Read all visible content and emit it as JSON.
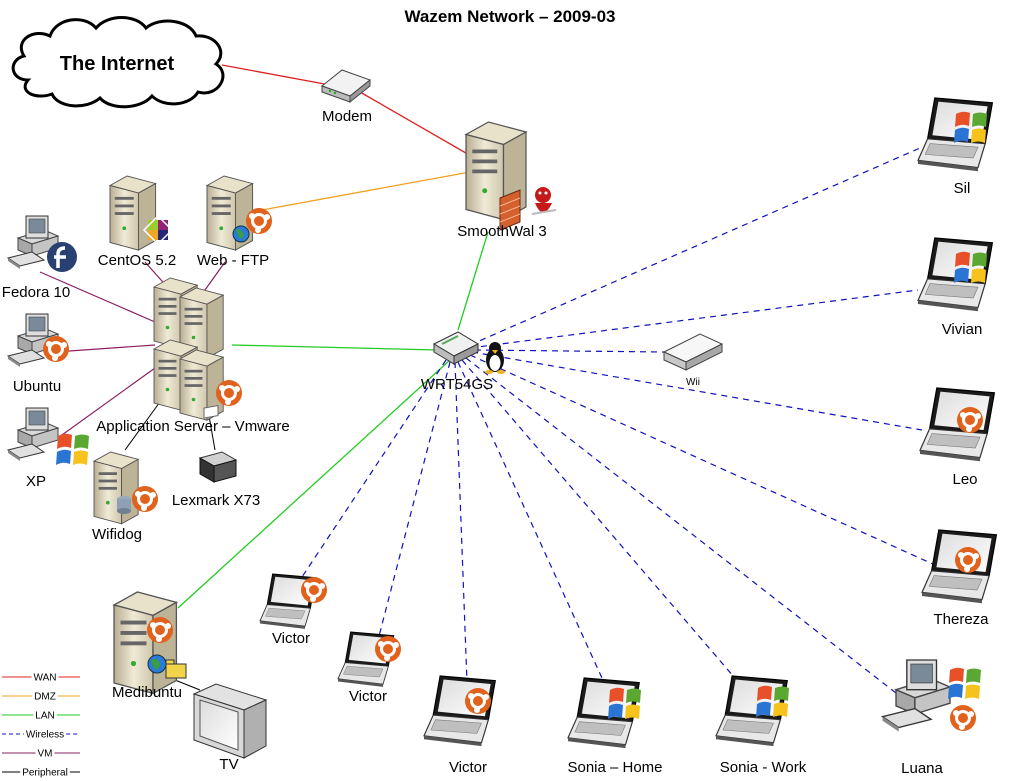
{
  "title": "Wazem Network – 2009-03",
  "colors": {
    "wan": "#e02020",
    "dmz": "#f0a020",
    "lan": "#22cc22",
    "wireless": "#1010c0",
    "vm": "#8a2060",
    "peripheral": "#000000"
  },
  "nodes": {
    "internet": {
      "label": "The Internet",
      "icon": "cloud-icon"
    },
    "modem": {
      "label": "Modem",
      "icon": "modem-icon"
    },
    "smoothwall": {
      "label": "SmoothWal 3",
      "icon": "server-tower-icon"
    },
    "centos": {
      "label": "CentOS 5.2",
      "icon": "server-tower-icon"
    },
    "webftp": {
      "label": "Web - FTP",
      "icon": "server-tower-icon"
    },
    "fedora": {
      "label": "Fedora 10",
      "icon": "desktop-computer-icon"
    },
    "ubuntu": {
      "label": "Ubuntu",
      "icon": "desktop-computer-icon"
    },
    "xp": {
      "label": "XP",
      "icon": "desktop-computer-icon"
    },
    "appserver": {
      "label": "Application Server – Vmware",
      "icon": "server-cluster-icon"
    },
    "lexmark": {
      "label": "Lexmark X73",
      "icon": "printer-icon"
    },
    "wifidog": {
      "label": "Wifidog",
      "icon": "server-tower-icon"
    },
    "router": {
      "label": "WRT54GS",
      "icon": "router-icon"
    },
    "wii": {
      "label": "Wii",
      "icon": "console-icon"
    },
    "medibuntu": {
      "label": "Medibuntu",
      "icon": "server-tower-icon"
    },
    "tv": {
      "label": "TV",
      "icon": "monitor-icon"
    },
    "victor1": {
      "label": "Victor",
      "icon": "laptop-icon"
    },
    "victor2": {
      "label": "Victor",
      "icon": "laptop-icon"
    },
    "victor3": {
      "label": "Victor",
      "icon": "laptop-icon"
    },
    "sonia_home": {
      "label": "Sonia – Home",
      "icon": "laptop-icon"
    },
    "sonia_work": {
      "label": "Sonia - Work",
      "icon": "laptop-icon"
    },
    "luana": {
      "label": "Luana",
      "icon": "desktop-computer-icon"
    },
    "sil": {
      "label": "Sil",
      "icon": "laptop-icon"
    },
    "vivian": {
      "label": "Vivian",
      "icon": "laptop-icon"
    },
    "leo": {
      "label": "Leo",
      "icon": "laptop-icon"
    },
    "thereza": {
      "label": "Thereza",
      "icon": "laptop-icon"
    }
  },
  "legend": [
    {
      "label": "WAN",
      "type": "wan"
    },
    {
      "label": "DMZ",
      "type": "dmz"
    },
    {
      "label": "LAN",
      "type": "lan"
    },
    {
      "label": "Wireless",
      "type": "wireless"
    },
    {
      "label": "VM",
      "type": "vm"
    },
    {
      "label": "Peripheral",
      "type": "peripheral"
    }
  ]
}
